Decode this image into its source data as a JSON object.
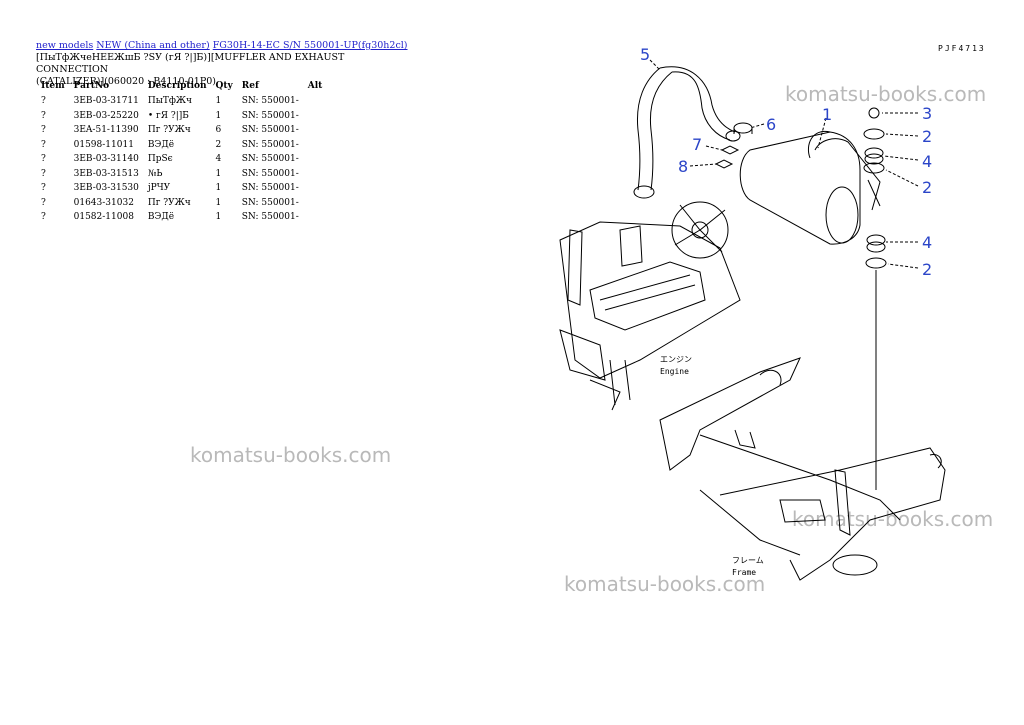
{
  "header": {
    "links": [
      "new models",
      "NEW (China and other)",
      "FG30H-14-EC S/N 550001-UP(fg30h2cl)"
    ],
    "title_line1": "[ПыТфЖчеНЕЕЖшБ ?SУ (гЯ ?|]Б)][MUFFLER AND EXHAUST CONNECTION",
    "title_line2": "(CATALIZER)](060020 : B4110-01P0)"
  },
  "table": {
    "columns": [
      "Item",
      "PartNo",
      "Description",
      "Qty",
      "Ref",
      "Alt"
    ],
    "rows": [
      [
        "?",
        "3EB-03-31711",
        "ПыТфЖч",
        "1",
        "SN: 550001-",
        ""
      ],
      [
        "?",
        "3EB-03-25220",
        "• гЯ ?|]Б",
        "1",
        "SN: 550001-",
        ""
      ],
      [
        "?",
        "3EA-51-11390",
        "Пг ?УЖч",
        "6",
        "SN: 550001-",
        ""
      ],
      [
        "?",
        "01598-11011",
        "ВЭДё",
        "2",
        "SN: 550001-",
        ""
      ],
      [
        "?",
        "3EB-03-31140",
        "ПрSє",
        "4",
        "SN: 550001-",
        ""
      ],
      [
        "?",
        "3EB-03-31513",
        "№Ь",
        "1",
        "SN: 550001-",
        ""
      ],
      [
        "?",
        "3EB-03-31530",
        "јРЧУ",
        "1",
        "SN: 550001-",
        ""
      ],
      [
        "?",
        "01643-31032",
        "Пг ?УЖч",
        "1",
        "SN: 550001-",
        ""
      ],
      [
        "?",
        "01582-11008",
        "ВЭДё",
        "1",
        "SN: 550001-",
        ""
      ]
    ]
  },
  "watermark_text": "komatsu-books.com",
  "diagram": {
    "code": "PJF4713",
    "callouts": [
      "5",
      "6",
      "7",
      "8",
      "1",
      "3",
      "2",
      "4",
      "2",
      "4",
      "2"
    ],
    "engine_jp": "エンジン",
    "engine_en": "Engine",
    "frame_jp": "フレーム",
    "frame_en": "Frame"
  },
  "colors": {
    "link": "#2222cc",
    "callout": "#2b45c8",
    "watermark": "#b9b9b9"
  }
}
